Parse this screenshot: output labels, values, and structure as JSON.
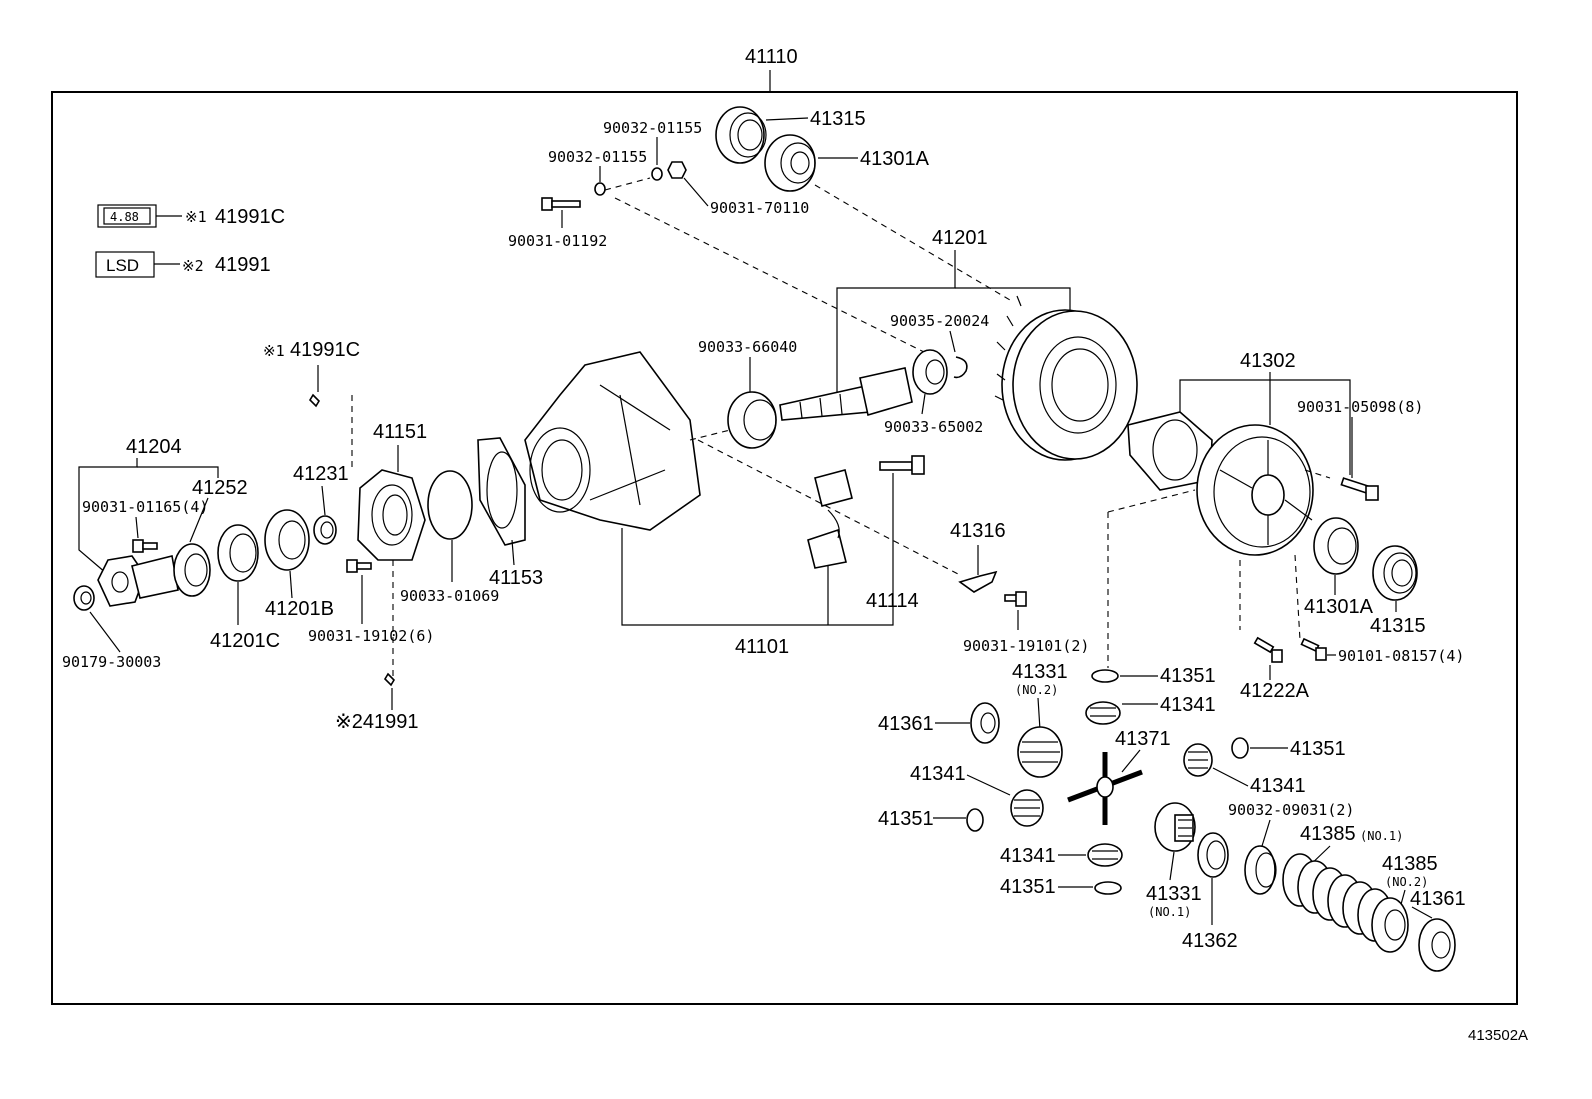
{
  "assembly": {
    "code": "41110"
  },
  "diagram_id": "413502A",
  "legend": [
    {
      "box": "4.88",
      "marker": "※1",
      "part": "41991C"
    },
    {
      "box": "LSD",
      "marker": "※2",
      "part": "41991"
    }
  ],
  "parts": {
    "p41315_top": "41315",
    "p41301A_top": "41301A",
    "p90032_01155_a": "90032-01155",
    "p90032_01155_b": "90032-01155",
    "p90031_70110": "90031-70110",
    "p90031_01192": "90031-01192",
    "p41201": "41201",
    "p90035_20024": "90035-20024",
    "p90033_66040": "90033-66040",
    "p90033_65002": "90033-65002",
    "p41302": "41302",
    "p90031_05098": "90031-05098(8)",
    "p41991C_mid": "※141991C",
    "p41204": "41204",
    "p41252": "41252",
    "p90031_01165": "90031-01165(4)",
    "p41231": "41231",
    "p41151": "41151",
    "p41153": "41153",
    "p90179_30003": "90179-30003",
    "p41201C": "41201C",
    "p41201B": "41201B",
    "p90031_19102": "90031-19102(6)",
    "p90033_01069": "90033-01069",
    "p41101": "41101",
    "p41114": "41114",
    "p41316": "41316",
    "p90031_19101": "90031-19101(2)",
    "p41301A_right": "41301A",
    "p41315_right": "41315",
    "p41222A": "41222A",
    "p90101_08157": "90101-08157(4)",
    "p41991_bottom": "※241991",
    "p41351_a": "41351",
    "p41331_no2": "41331",
    "p41331_no2_sub": "(NO.2)",
    "p41341_a": "41341",
    "p41361_a": "41361",
    "p41371": "41371",
    "p41351_b": "41351",
    "p41341_b": "41341",
    "p41341_c": "41341",
    "p90032_09031": "90032-09031(2)",
    "p41351_c": "41351",
    "p41385_no1": "41385",
    "p41385_no1_sub": "(NO.1)",
    "p41385_no2": "41385",
    "p41385_no2_sub": "(NO.2)",
    "p41341_d": "41341",
    "p41361_b": "41361",
    "p41351_d": "41351",
    "p41331_no1": "41331",
    "p41331_no1_sub": "(NO.1)",
    "p41362": "41362"
  }
}
